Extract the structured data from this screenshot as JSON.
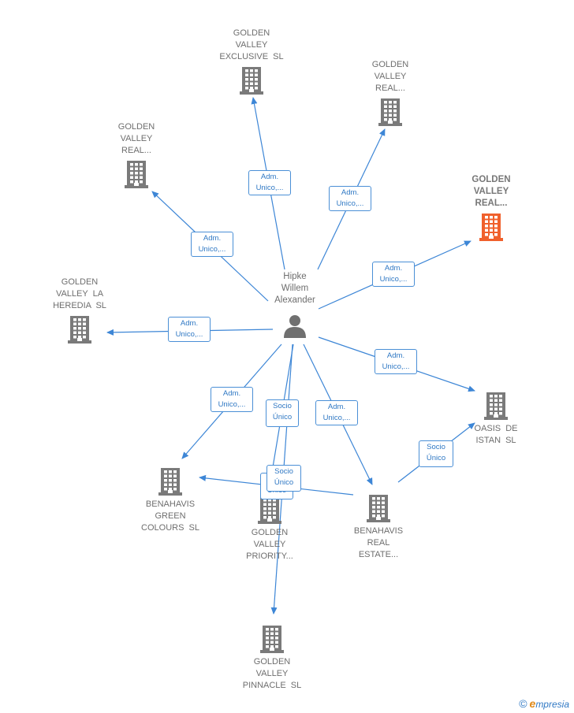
{
  "colors": {
    "edge": "#3d86d6",
    "building": "#7a7a7a",
    "building_highlight": "#f0602c",
    "person": "#707070"
  },
  "center": {
    "name": "Hipke\nWillem\nAlexander",
    "icon": "person-icon"
  },
  "nodes": [
    {
      "id": "golden-valley-exclusive",
      "label": "GOLDEN\nVALLEY\nEXCLUSIVE  SL",
      "icon": "building-icon"
    },
    {
      "id": "golden-valley-real-1",
      "label": "GOLDEN\nVALLEY\nREAL...",
      "icon": "building-icon"
    },
    {
      "id": "golden-valley-real-2",
      "label": "GOLDEN\nVALLEY\nREAL...",
      "icon": "building-icon"
    },
    {
      "id": "golden-valley-real-highlight",
      "label": "GOLDEN\nVALLEY\nREAL...",
      "icon": "building-icon"
    },
    {
      "id": "golden-valley-la-heredia",
      "label": "GOLDEN\nVALLEY LA\nHEREDIA  SL",
      "icon": "building-icon"
    },
    {
      "id": "oasis-de-istan",
      "label": "OASIS DE\nISTAN  SL",
      "icon": "building-icon"
    },
    {
      "id": "benahavis-green-colours",
      "label": "BENAHAVIS\nGREEN\nCOLOURS  SL",
      "icon": "building-icon"
    },
    {
      "id": "golden-valley-priority",
      "label": "GOLDEN\nVALLEY\nPRIORITY...",
      "icon": "building-icon"
    },
    {
      "id": "benahavis-real-estate",
      "label": "BENAHAVIS\nREAL\nESTATE...",
      "icon": "building-icon"
    },
    {
      "id": "golden-valley-pinnacle",
      "label": "GOLDEN\nVALLEY\nPINNACLE  SL",
      "icon": "building-icon"
    }
  ],
  "edges": [
    {
      "from": "center",
      "to": "golden-valley-exclusive",
      "l1": "Adm.",
      "l2": "Unico,..."
    },
    {
      "from": "center",
      "to": "golden-valley-real-1",
      "l1": "Adm.",
      "l2": "Unico,..."
    },
    {
      "from": "center",
      "to": "golden-valley-real-2",
      "l1": "Adm.",
      "l2": "Unico,..."
    },
    {
      "from": "center",
      "to": "golden-valley-real-highlight",
      "l1": "Adm.",
      "l2": "Unico,..."
    },
    {
      "from": "center",
      "to": "golden-valley-la-heredia",
      "l1": "Adm.",
      "l2": "Unico,..."
    },
    {
      "from": "center",
      "to": "oasis-de-istan",
      "l1": "Adm.",
      "l2": "Unico,..."
    },
    {
      "from": "center",
      "to": "benahavis-green-colours",
      "l1": "Adm.",
      "l2": "Unico,..."
    },
    {
      "from": "center",
      "to": "golden-valley-priority",
      "l1": "Socio",
      "l2": "Único"
    },
    {
      "from": "center",
      "to": "benahavis-real-estate",
      "l1": "Adm.",
      "l2": "Unico,..."
    },
    {
      "from": "center",
      "to": "golden-valley-pinnacle",
      "l1": "Socio",
      "l2": "Único"
    },
    {
      "from": "benahavis-real-estate",
      "to": "oasis-de-istan",
      "l1": "Socio",
      "l2": "Único"
    },
    {
      "from": "benahavis-real-estate",
      "to": "benahavis-green-colours",
      "l1": "Socio",
      "l2": "Único"
    }
  ],
  "footer": {
    "copyright": "©",
    "brand_initial": "e",
    "brand_rest": "mpresia"
  }
}
